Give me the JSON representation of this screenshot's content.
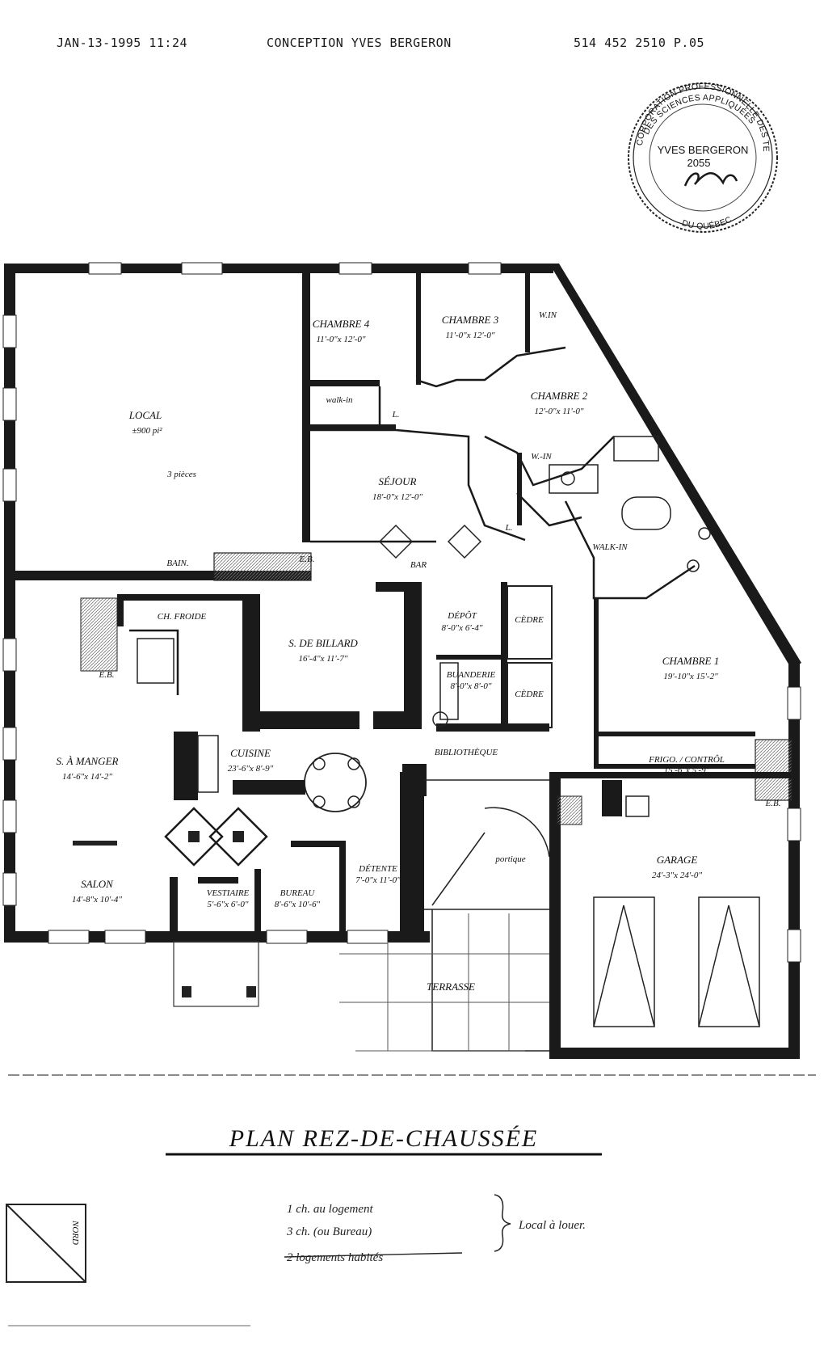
{
  "header": {
    "date_time": "JAN-13-1995  11:24",
    "company": "CONCEPTION YVES BERGERON",
    "phone_page": "514 452 2510    P.05"
  },
  "seal": {
    "organization_line": "CORPORATION PROFESSIONNELLE DES TECHNOLOGUES",
    "sciences_line": "DES SCIENCES APPLIQUÉES",
    "name": "YVES BERGERON",
    "number": "2055",
    "province": "DU QUÉBEC"
  },
  "rooms": {
    "local": {
      "name": "LOCAL",
      "dim": "±900 pi²",
      "note": "3 pièces"
    },
    "chambre4": {
      "name": "CHAMBRE 4",
      "dim": "11'-0\"x 12'-0\""
    },
    "chambre3": {
      "name": "CHAMBRE 3",
      "dim": "11'-0\"x 12'-0\""
    },
    "chambre2": {
      "name": "CHAMBRE 2",
      "dim": "12'-0\"x 11'-0\""
    },
    "chambre1": {
      "name": "CHAMBRE 1",
      "dim": "19'-10\"x 15'-2\""
    },
    "sejour": {
      "name": "SÉJOUR",
      "dim": "18'-0\"x 12'-0\""
    },
    "billard": {
      "name": "S. DE BILLARD",
      "dim": "16'-4\"x 11'-7\""
    },
    "depot": {
      "name": "DÉPÔT",
      "dim": "8'-0\"x 6'-4\""
    },
    "buanderie": {
      "name": "BUANDERIE",
      "dim": "8'-0\"x 8'-0\""
    },
    "cedre_top": {
      "name": "CÈDRE"
    },
    "cedre_bottom": {
      "name": "CÈDRE"
    },
    "chambre_froide": {
      "name": "CH. FROIDE"
    },
    "salle_manger": {
      "name": "S. À MANGER",
      "dim": "14'-6\"x 14'-2\""
    },
    "cuisine": {
      "name": "CUISINE",
      "dim": "23'-6\"x 8'-9\""
    },
    "salon": {
      "name": "SALON",
      "dim": "14'-8\"x 10'-4\""
    },
    "vestiaire": {
      "name": "VESTIAIRE",
      "dim": "5'-6\"x 6'-0\""
    },
    "bureau": {
      "name": "BUREAU",
      "dim": "8'-6\"x 10'-6\""
    },
    "detente": {
      "name": "DÉTENTE",
      "dim": "7'-0\"x 11'-0\""
    },
    "frigo": {
      "name": "FRIGO. / CONTRÔL",
      "dim": "15'-6\"x 5'-9\""
    },
    "garage": {
      "name": "GARAGE",
      "dim": "24'-3\"x 24'-0\""
    },
    "terrasse": {
      "name": "TERRASSE"
    },
    "portique": {
      "name": "portique"
    },
    "bibliotheque": {
      "name": "BIBLIOTHÈQUE"
    },
    "bar": {
      "name": "BAR"
    }
  },
  "small_labels": {
    "walkin_4": "walk-in",
    "walkin_3": "W.IN",
    "walkin_2": "W.-IN",
    "walkin_1": "WALK-IN",
    "linen_a": "L.",
    "linen_b": "L.",
    "eb_left": "E.B.",
    "eb_right": "E.B.",
    "eb_top": "E.B.",
    "bain": "BAIN."
  },
  "title": "PLAN REZ-DE-CHAUSSÉE",
  "handwritten_notes": {
    "line1": "1 ch. au logement",
    "line2": "3 ch. (ou Bureau)",
    "line3": "2 logements habités",
    "brace_label": "Local à louer."
  },
  "north_arrow": {
    "label": "NORD"
  }
}
